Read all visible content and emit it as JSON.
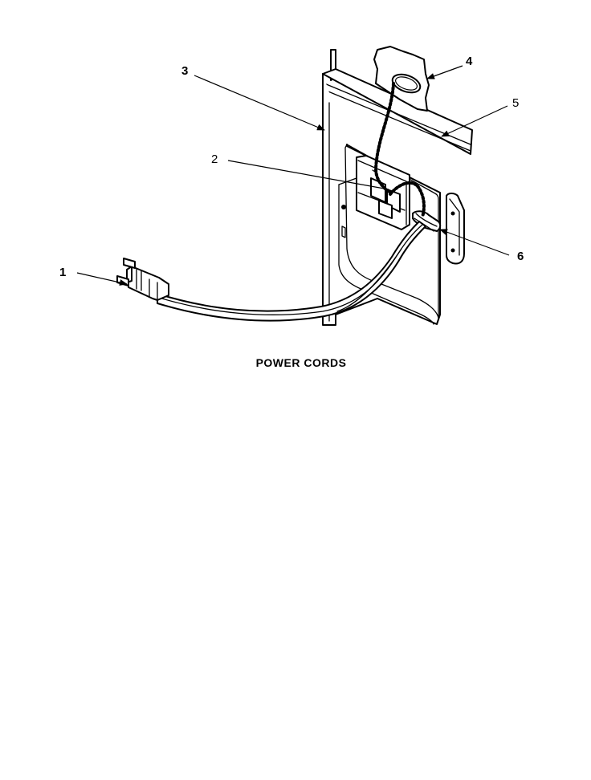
{
  "diagram": {
    "caption": "POWER CORDS",
    "callouts": [
      {
        "id": "1",
        "label": "1"
      },
      {
        "id": "2",
        "label": "2"
      },
      {
        "id": "3",
        "label": "3"
      },
      {
        "id": "4",
        "label": "4"
      },
      {
        "id": "5",
        "label": "5"
      },
      {
        "id": "6",
        "label": "6"
      }
    ],
    "colors": {
      "ink": "#000000",
      "paper": "#ffffff"
    }
  }
}
